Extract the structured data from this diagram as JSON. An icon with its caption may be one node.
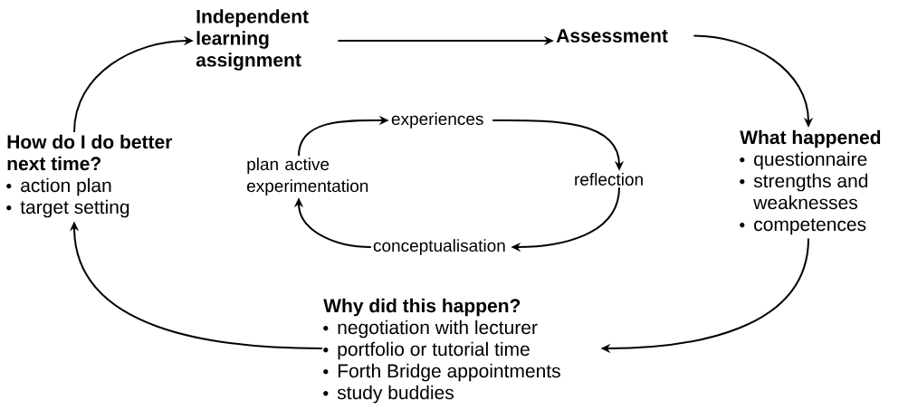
{
  "diagram": {
    "nodes": [
      {
        "text": [
          "Independent learning assignment"
        ]
      },
      {
        "text": [
          "Assessment"
        ]
      },
      {
        "text": [
          "What happened",
          "questionnaire",
          "strengths and weaknesses",
          "competences"
        ]
      },
      {
        "text": [
          "Why did this happen?",
          "negotiation with lecturer",
          "portfolio or tutorial time",
          "Forth Bridge appointments",
          "study buddies"
        ]
      },
      {
        "text": [
          "How do I do better next time?",
          "action plan",
          "target setting"
        ]
      },
      {
        "text": [
          "experiences"
        ]
      },
      {
        "text": [
          "reflection"
        ]
      },
      {
        "text": [
          "conceptualisation"
        ]
      },
      {
        "text": [
          "plan active experimentation"
        ]
      }
    ],
    "edges": [
      {
        "from": 0,
        "to": 1,
        "arrow": "to"
      },
      {
        "from": 1,
        "to": 2,
        "arrow": "to"
      },
      {
        "from": 2,
        "to": 3,
        "arrow": "to"
      },
      {
        "from": 3,
        "to": 4,
        "arrow": "to"
      },
      {
        "from": 4,
        "to": 0,
        "arrow": "to"
      },
      {
        "from": 8,
        "to": 5,
        "arrow": "to"
      },
      {
        "from": 5,
        "to": 6,
        "arrow": "to"
      },
      {
        "from": 6,
        "to": 7,
        "arrow": "to"
      },
      {
        "from": 7,
        "to": 8,
        "arrow": "to"
      }
    ]
  }
}
